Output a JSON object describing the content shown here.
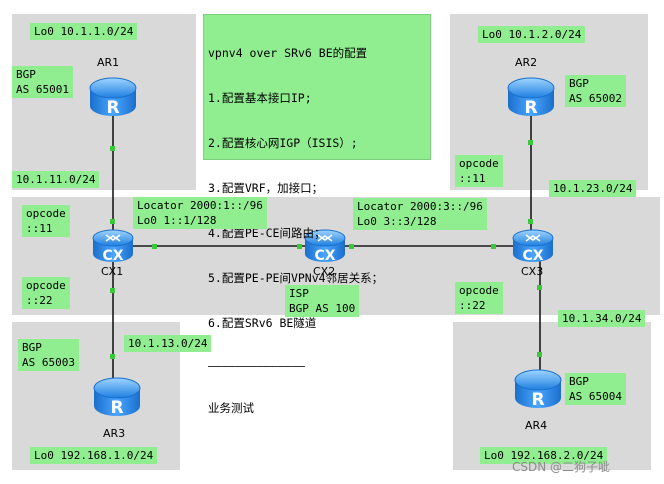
{
  "tasks_box": {
    "title": "vpnv4 over SRv6 BE的配置",
    "items": [
      "1.配置基本接口IP;",
      "2.配置核心网IGP（ISIS）;",
      "3.配置VRF，加接口；",
      "4.配置PE-CE间路由；",
      "5.配置PE-PE间VPNv4邻居关系；",
      "6.配置SRv6 BE隧道"
    ],
    "separator": "——————————————",
    "footer": "业务测试"
  },
  "devices": {
    "ar1": {
      "name": "AR1",
      "type": "router-icon"
    },
    "ar2": {
      "name": "AR2",
      "type": "router-icon"
    },
    "ar3": {
      "name": "AR3",
      "type": "router-icon"
    },
    "ar4": {
      "name": "AR4",
      "type": "router-icon"
    },
    "cx1": {
      "name": "CX1",
      "type": "cx-router-icon"
    },
    "cx2": {
      "name": "CX2",
      "type": "cx-router-icon"
    },
    "cx3": {
      "name": "CX3",
      "type": "cx-router-icon"
    }
  },
  "labels": {
    "ar1_lo0": "Lo0 10.1.1.0/24",
    "ar1_bgp": "BGP\nAS 65001",
    "ar1_link": "10.1.11.0/24",
    "ar2_lo0": "Lo0 10.1.2.0/24",
    "ar2_bgp": "BGP\nAS 65002",
    "ar2_link": "10.1.23.0/24",
    "cx3_opcode_top": "opcode\n::11",
    "cx1_opcode_top": "opcode\n::11",
    "cx1_locator": "Locator 2000:1::/96\nLo0 1::1/128",
    "cx3_locator": "Locator 2000:3::/96\nLo0 3::3/128",
    "cx1_opcode_bottom": "opcode\n::22",
    "isp": "ISP\nBGP AS 100",
    "cx3_opcode_bottom": "opcode\n::22",
    "ar3_link": "10.1.13.0/24",
    "ar4_link": "10.1.34.0/24",
    "ar3_bgp": "BGP\nAS 65003",
    "ar4_bgp": "BGP\nAS 65004",
    "ar3_lo0": "Lo0 192.168.1.0/24",
    "ar4_lo0": "Lo0 192.168.2.0/24"
  },
  "watermark": "CSDN @二狗子呲",
  "colors": {
    "zone": "#d9d9d9",
    "label_bg": "#90ee90",
    "link_line": "#1a1a1a",
    "port_dot": "#3cc83c",
    "device_blue": "#1e90ff"
  }
}
